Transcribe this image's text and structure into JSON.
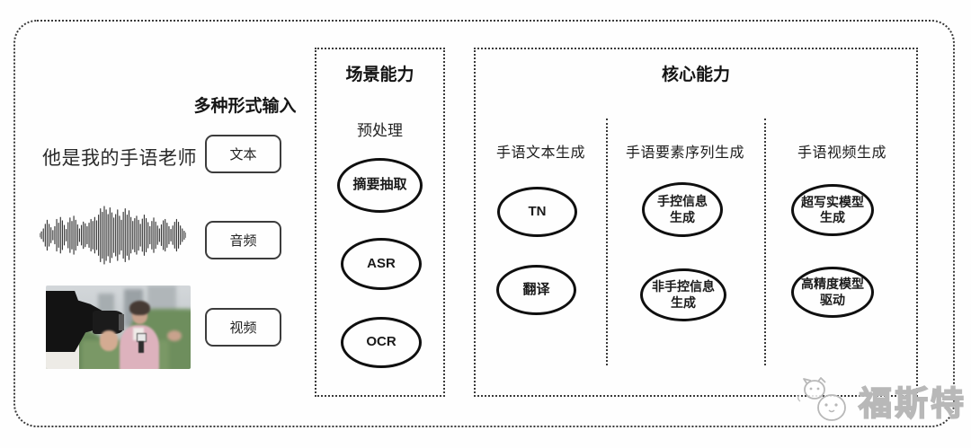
{
  "input_section": {
    "title": "多种形式输入",
    "text_sample": "他是我的手语老师",
    "types": [
      "文本",
      "音频",
      "视频"
    ]
  },
  "waveform": {
    "amplitudes": [
      0.06,
      0.12,
      0.22,
      0.38,
      0.52,
      0.38,
      0.26,
      0.16,
      0.3,
      0.55,
      0.42,
      0.62,
      0.5,
      0.34,
      0.2,
      0.44,
      0.6,
      0.48,
      0.66,
      0.52,
      0.36,
      0.22,
      0.34,
      0.46,
      0.4,
      0.3,
      0.42,
      0.55,
      0.48,
      0.62,
      0.5,
      0.7,
      0.92,
      0.8,
      1.0,
      0.88,
      0.72,
      0.95,
      0.78,
      0.6,
      0.72,
      0.88,
      0.66,
      0.52,
      0.8,
      0.92,
      0.7,
      0.85,
      0.62,
      0.48,
      0.58,
      0.66,
      0.52,
      0.38,
      0.56,
      0.7,
      0.58,
      0.44,
      0.3,
      0.48,
      0.6,
      0.46,
      0.32,
      0.22,
      0.36,
      0.5,
      0.55,
      0.42,
      0.3,
      0.2,
      0.32,
      0.45,
      0.55,
      0.45,
      0.32,
      0.22,
      0.14,
      0.08
    ]
  },
  "scene_box": {
    "title": "场景能力",
    "subtitle": "预处理",
    "nodes": [
      "摘要抽取",
      "ASR",
      "OCR"
    ]
  },
  "core_box": {
    "title": "核心能力",
    "columns": [
      {
        "header": "手语文本生成",
        "nodes": [
          "TN",
          "翻译"
        ]
      },
      {
        "header": "手语要素序列生成",
        "nodes": [
          "手控信息\n生成",
          "非手控信息\n生成"
        ]
      },
      {
        "header": "手语视频生成",
        "nodes": [
          "超写实模型\n生成",
          "高精度模型\n驱动"
        ]
      }
    ]
  },
  "watermark": {
    "text": "福斯特"
  },
  "colors": {
    "border": "#3a3a3a",
    "ellipse_stroke": "#0f0f0f",
    "watermark": "#b8b8b8",
    "waveform": "#1a1a1a"
  }
}
